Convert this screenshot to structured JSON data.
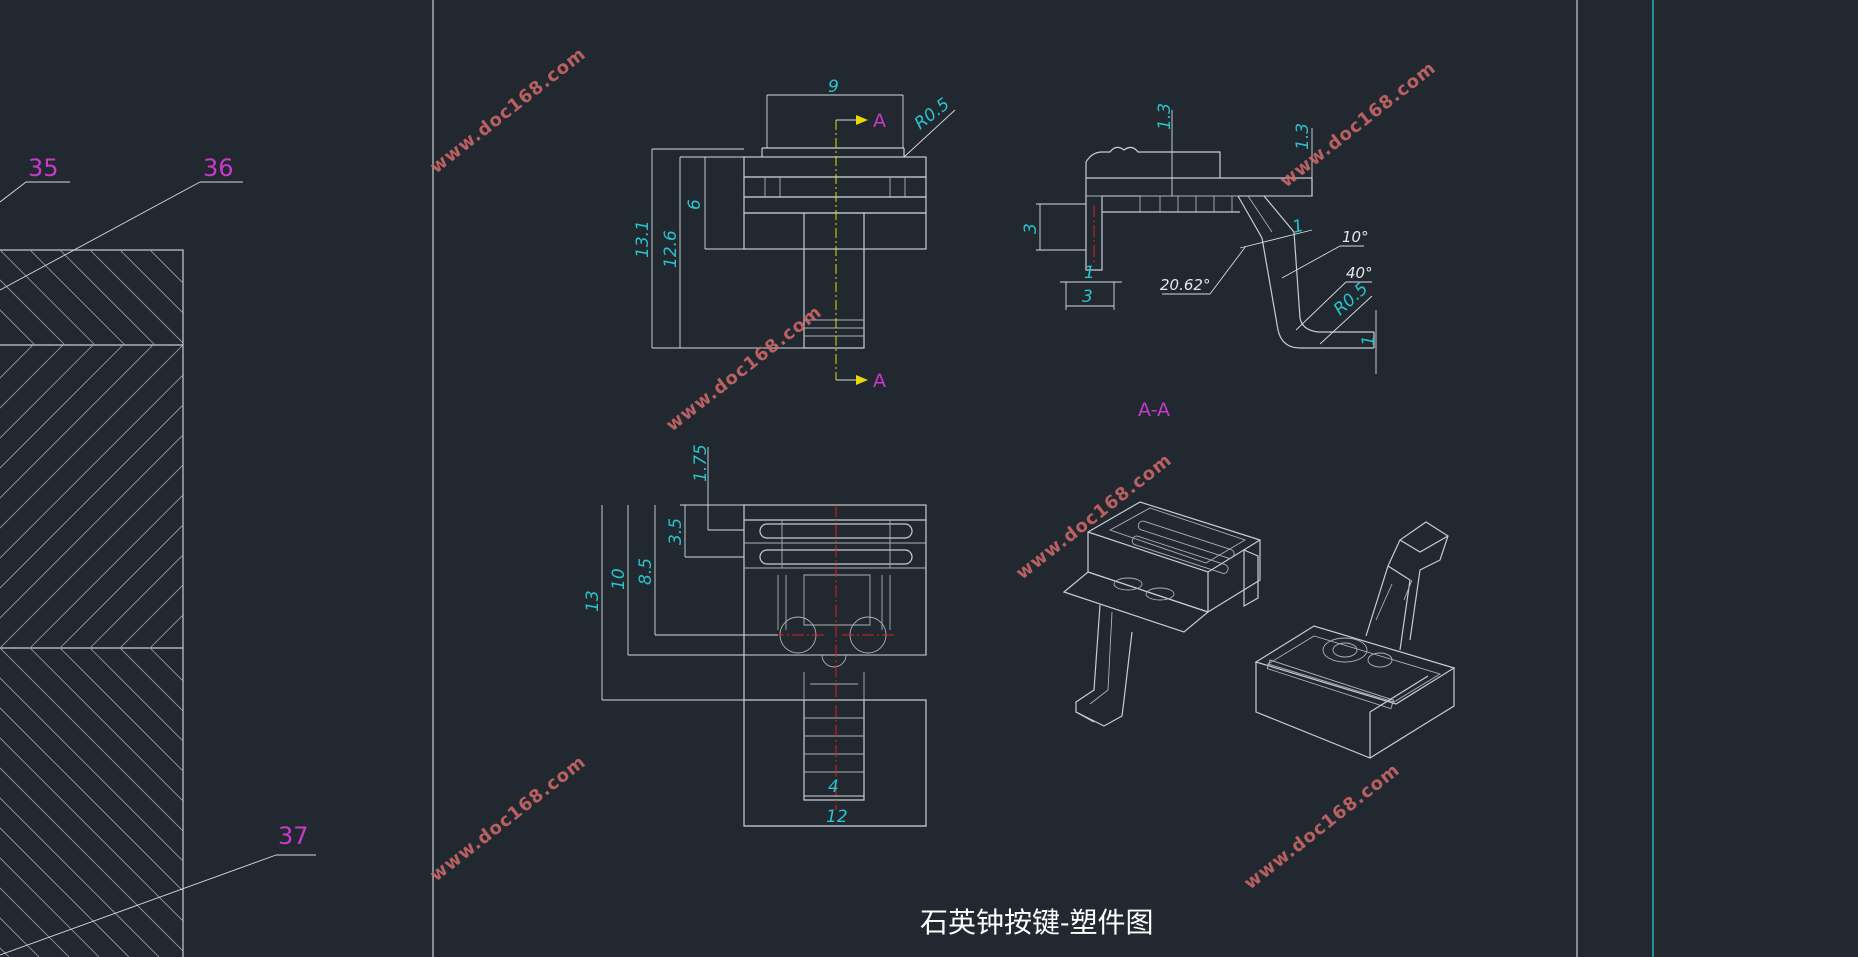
{
  "drawing_title": "石英钟按键-塑件图",
  "section_label": "A-A",
  "section_marks": [
    "A",
    "A"
  ],
  "part_numbers": [
    "35",
    "36",
    "37"
  ],
  "watermark": "www.doc168.com",
  "colors": {
    "background": "#212830",
    "line": "#c9ccd2",
    "dimension_text": "#29c3cc",
    "part_label": "#c83ac9",
    "centerline": "#d62020",
    "section_line": "#e8d80c",
    "border_accent": "#2bc5c9",
    "watermark": "#d46a6a"
  },
  "front_view": {
    "dims": {
      "width_top": "9",
      "radius": "R0.5",
      "h_total": "13.1",
      "h_mid": "12.6",
      "h_inner": "6"
    }
  },
  "section_view": {
    "dims": {
      "top_thk": "1.3",
      "right_thk": "1.3",
      "left_h": "3",
      "left_w1": "1",
      "left_w2": "3",
      "angle_main": "20.62°",
      "angle_10": "10°",
      "angle_40": "40°",
      "radius": "R0.5",
      "wall": "1",
      "bottom_thk": "1"
    }
  },
  "top_view": {
    "dims": {
      "top_gap": "1.75",
      "d_3_5": "3.5",
      "d_8_5": "8.5",
      "d_10": "10",
      "d_13": "13",
      "w_4": "4",
      "w_12": "12"
    }
  }
}
